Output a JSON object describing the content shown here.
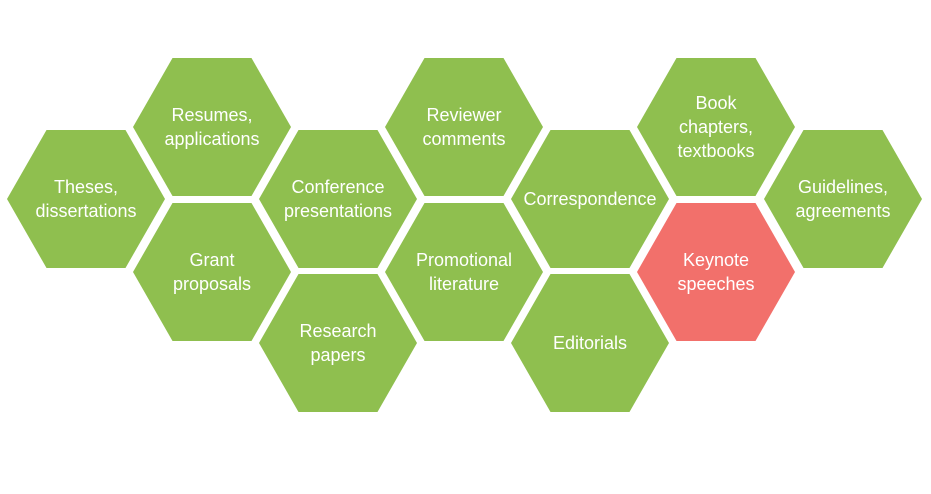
{
  "colors": {
    "hex_default": "#8FBF4F",
    "hex_highlight": "#F2706B"
  },
  "hexagons": [
    {
      "id": "theses",
      "label": "Theses,\ndissertations",
      "highlight": false
    },
    {
      "id": "resumes",
      "label": "Resumes,\napplications",
      "highlight": false
    },
    {
      "id": "grant",
      "label": "Grant\nproposals",
      "highlight": false
    },
    {
      "id": "conference",
      "label": "Conference\npresentations",
      "highlight": false
    },
    {
      "id": "research",
      "label": "Research\npapers",
      "highlight": false
    },
    {
      "id": "reviewer",
      "label": "Reviewer\ncomments",
      "highlight": false
    },
    {
      "id": "promotional",
      "label": "Promotional\nliterature",
      "highlight": false
    },
    {
      "id": "correspondence",
      "label": "Correspondence",
      "highlight": false
    },
    {
      "id": "editorials",
      "label": "Editorials",
      "highlight": false
    },
    {
      "id": "book",
      "label": "Book\nchapters,\ntextbooks",
      "highlight": false
    },
    {
      "id": "keynote",
      "label": "Keynote\nspeeches",
      "highlight": true
    },
    {
      "id": "guidelines",
      "label": "Guidelines,\nagreements",
      "highlight": false
    }
  ]
}
